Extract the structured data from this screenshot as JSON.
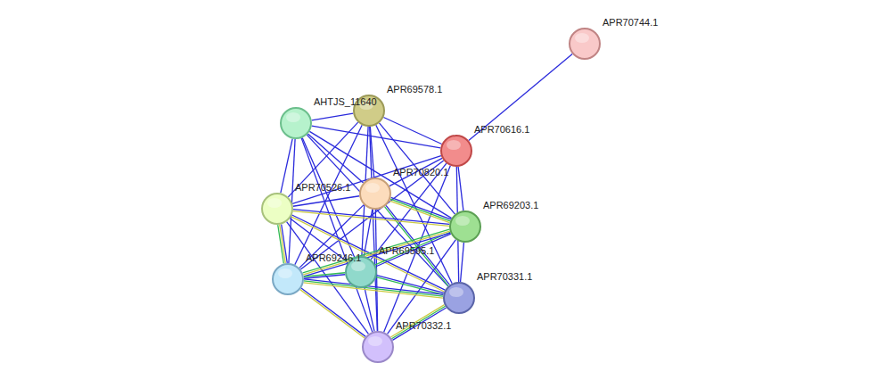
{
  "diagram": {
    "nodes": [
      {
        "text": [
          "APR70744.1"
        ]
      },
      {
        "text": [
          "APR69578.1"
        ]
      },
      {
        "text": [
          "AHTJS_11640"
        ]
      },
      {
        "text": [
          "APR70616.1"
        ]
      },
      {
        "text": [
          "APR70820.1"
        ]
      },
      {
        "text": [
          "APR70526.1"
        ]
      },
      {
        "text": [
          "APR69203.1"
        ]
      },
      {
        "text": [
          "APR69595.1"
        ]
      },
      {
        "text": [
          "APR69246.1"
        ]
      },
      {
        "text": [
          "APR70331.1"
        ]
      },
      {
        "text": [
          "APR70332.1"
        ]
      }
    ],
    "edges": [
      {
        "from": 3,
        "to": 0,
        "arrow": "none"
      },
      {
        "from": 1,
        "to": 2,
        "arrow": "none"
      },
      {
        "from": 1,
        "to": 3,
        "arrow": "none"
      },
      {
        "from": 1,
        "to": 4,
        "arrow": "none"
      },
      {
        "from": 1,
        "to": 5,
        "arrow": "none"
      },
      {
        "from": 1,
        "to": 6,
        "arrow": "none"
      },
      {
        "from": 1,
        "to": 7,
        "arrow": "none"
      },
      {
        "from": 1,
        "to": 8,
        "arrow": "none"
      },
      {
        "from": 1,
        "to": 9,
        "arrow": "none"
      },
      {
        "from": 1,
        "to": 10,
        "arrow": "none"
      },
      {
        "from": 2,
        "to": 3,
        "arrow": "none"
      },
      {
        "from": 2,
        "to": 4,
        "arrow": "none"
      },
      {
        "from": 2,
        "to": 5,
        "arrow": "none"
      },
      {
        "from": 2,
        "to": 6,
        "arrow": "none"
      },
      {
        "from": 2,
        "to": 7,
        "arrow": "none"
      },
      {
        "from": 2,
        "to": 8,
        "arrow": "none"
      },
      {
        "from": 2,
        "to": 9,
        "arrow": "none"
      },
      {
        "from": 2,
        "to": 10,
        "arrow": "none"
      },
      {
        "from": 3,
        "to": 4,
        "arrow": "none"
      },
      {
        "from": 3,
        "to": 5,
        "arrow": "none"
      },
      {
        "from": 3,
        "to": 6,
        "arrow": "none"
      },
      {
        "from": 3,
        "to": 7,
        "arrow": "none"
      },
      {
        "from": 3,
        "to": 8,
        "arrow": "none"
      },
      {
        "from": 3,
        "to": 9,
        "arrow": "none"
      },
      {
        "from": 3,
        "to": 10,
        "arrow": "none"
      },
      {
        "from": 4,
        "to": 5,
        "arrow": "none"
      },
      {
        "from": 4,
        "to": 6,
        "arrow": "none"
      },
      {
        "from": 4,
        "to": 7,
        "arrow": "none"
      },
      {
        "from": 4,
        "to": 8,
        "arrow": "none"
      },
      {
        "from": 4,
        "to": 9,
        "arrow": "none"
      },
      {
        "from": 4,
        "to": 10,
        "arrow": "none"
      },
      {
        "from": 5,
        "to": 6,
        "arrow": "none"
      },
      {
        "from": 5,
        "to": 7,
        "arrow": "none"
      },
      {
        "from": 5,
        "to": 8,
        "arrow": "none"
      },
      {
        "from": 5,
        "to": 9,
        "arrow": "none"
      },
      {
        "from": 5,
        "to": 10,
        "arrow": "none"
      },
      {
        "from": 6,
        "to": 7,
        "arrow": "none"
      },
      {
        "from": 6,
        "to": 8,
        "arrow": "none"
      },
      {
        "from": 6,
        "to": 9,
        "arrow": "none"
      },
      {
        "from": 6,
        "to": 10,
        "arrow": "none"
      },
      {
        "from": 7,
        "to": 8,
        "arrow": "none"
      },
      {
        "from": 7,
        "to": 9,
        "arrow": "none"
      },
      {
        "from": 7,
        "to": 10,
        "arrow": "none"
      },
      {
        "from": 8,
        "to": 9,
        "arrow": "none"
      },
      {
        "from": 8,
        "to": 10,
        "arrow": "none"
      },
      {
        "from": 9,
        "to": 10,
        "arrow": "none"
      }
    ]
  }
}
